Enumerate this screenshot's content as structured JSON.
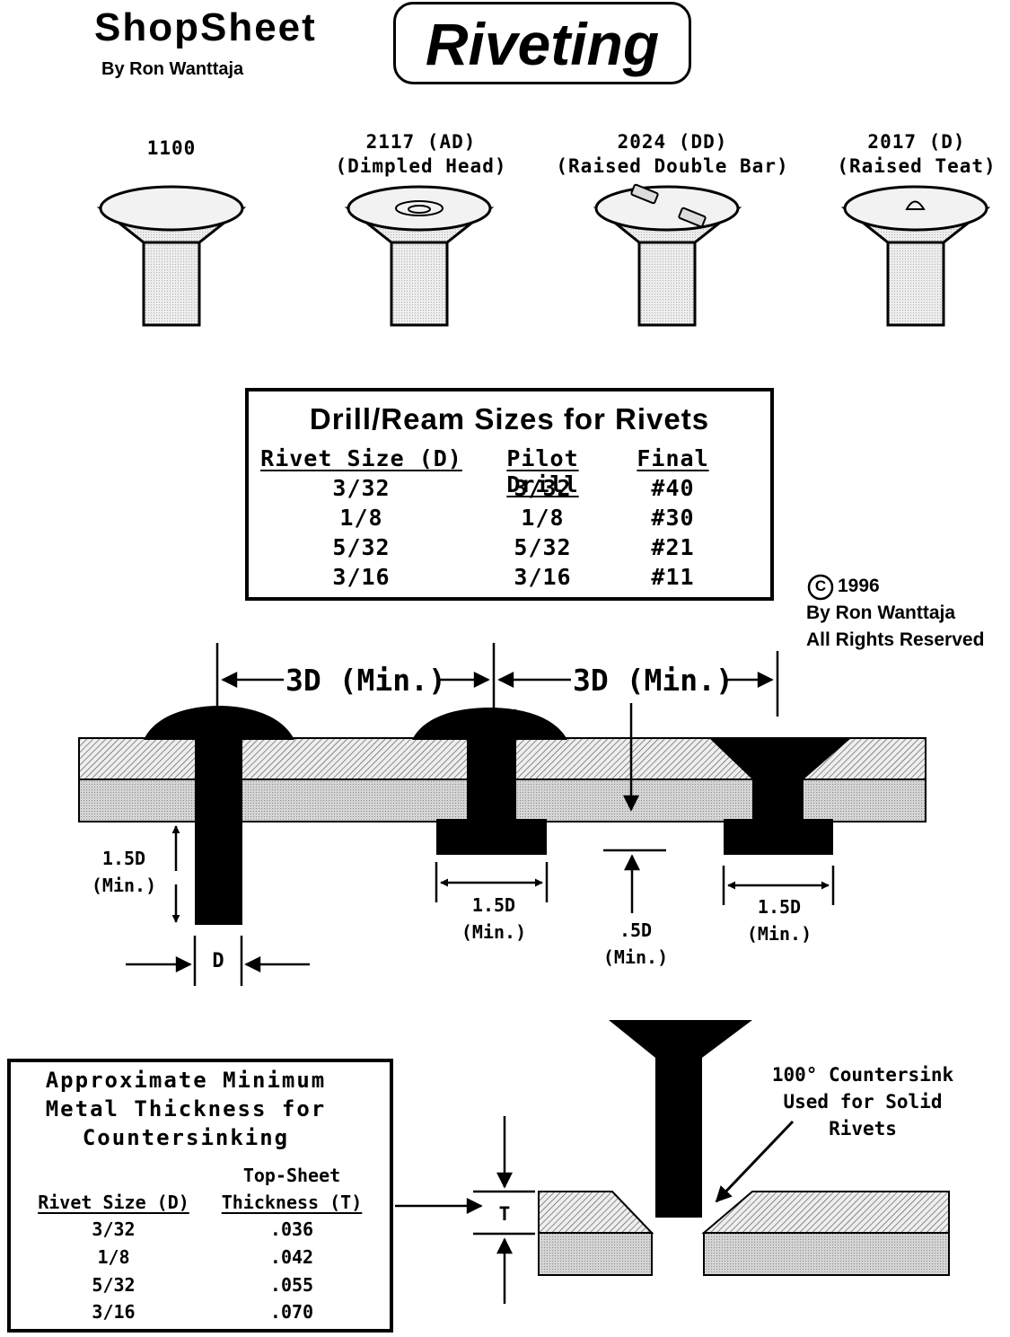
{
  "header": {
    "brand": "ShopSheet",
    "byline": "By Ron Wanttaja",
    "title": "Riveting"
  },
  "rivet_types": [
    {
      "line1": "",
      "line2": "1100"
    },
    {
      "line1": "2117 (AD)",
      "line2": "(Dimpled Head)"
    },
    {
      "line1": "2024 (DD)",
      "line2": "(Raised Double Bar)"
    },
    {
      "line1": "2017 (D)",
      "line2": "(Raised Teat)"
    }
  ],
  "drill_table": {
    "title": "Drill/Ream Sizes for Rivets",
    "headers": [
      "Rivet Size (D)",
      "Pilot Drill",
      "Final"
    ],
    "rows": [
      [
        "3/32",
        "3/32",
        "#40"
      ],
      [
        "1/8",
        "1/8",
        "#30"
      ],
      [
        "5/32",
        "5/32",
        "#21"
      ],
      [
        "3/16",
        "3/16",
        "#11"
      ]
    ]
  },
  "copyright": {
    "symbol": "C",
    "year": "1996",
    "author": "By Ron Wanttaja",
    "rights": "All Rights Reserved"
  },
  "spacing": {
    "pitch_label": "3D (Min.)",
    "edge_label_1": "1.5D",
    "edge_label_2": "(Min.)",
    "shank_label": "D",
    "shop_head_1": "1.5D",
    "shop_head_2": "(Min.)",
    "thick_1": ".5D",
    "thick_2": "(Min.)"
  },
  "countersink_table": {
    "title_lines": [
      "Approximate Minimum",
      "Metal Thickness for",
      "Countersinking"
    ],
    "header_top": "Top-Sheet",
    "headers": [
      "Rivet Size (D)",
      "Thickness (T)"
    ],
    "rows": [
      [
        "3/32",
        ".036"
      ],
      [
        "1/8",
        ".042"
      ],
      [
        "5/32",
        ".055"
      ],
      [
        "3/16",
        ".070"
      ]
    ]
  },
  "countersink": {
    "t_label": "T",
    "note_lines": [
      "100° Countersink",
      "Used for Solid",
      "Rivets"
    ]
  }
}
